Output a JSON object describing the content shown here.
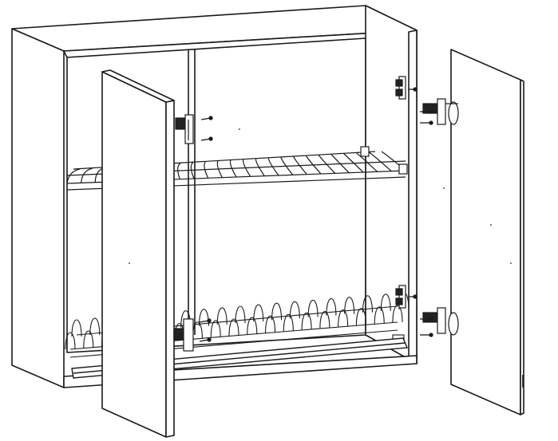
{
  "diagram": {
    "colors": {
      "line": "#1a1a1a",
      "background": "#ffffff",
      "panel": "#ffffff",
      "shade": "#f2f2f2"
    },
    "parts": {
      "cabinet": "cabinet",
      "left_door": "left-door",
      "right_door": "right-door",
      "upper_rack": "wire-cup-rack",
      "lower_rack": "wire-dish-rack",
      "drip_tray": "drip-tray",
      "hinges": "concealed-hinges",
      "screws": "mounting-screws"
    },
    "counts": {
      "upper_rack_cells": 12,
      "lower_rack_dividers": 19
    }
  }
}
